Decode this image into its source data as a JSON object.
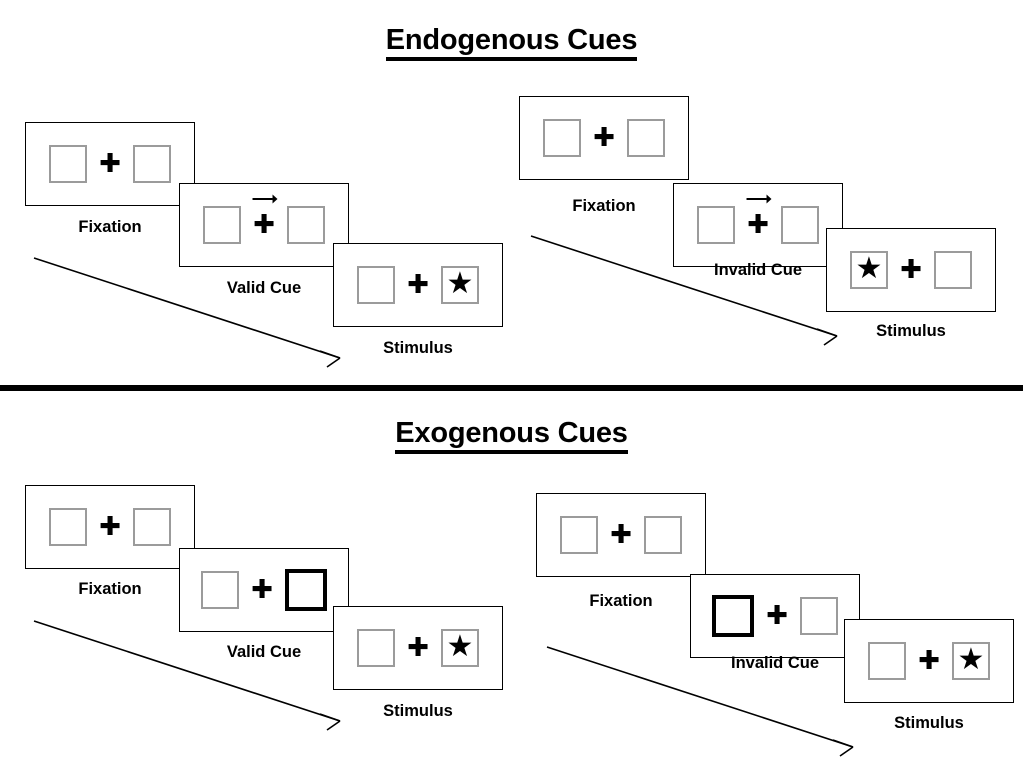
{
  "sections": [
    {
      "id": "endogenous",
      "title": "Endogenous Cues",
      "groups": [
        {
          "id": "endogenous-valid",
          "panels": [
            {
              "caption": "Fixation",
              "left_slot": "empty",
              "right_slot": "empty",
              "cue": "none",
              "cue_arrow": false
            },
            {
              "caption": "Valid Cue",
              "left_slot": "empty",
              "right_slot": "empty",
              "cue": "central-arrow-right",
              "cue_arrow": true
            },
            {
              "caption": "Stimulus",
              "left_slot": "empty",
              "right_slot": "star",
              "cue": "none",
              "cue_arrow": false
            }
          ]
        },
        {
          "id": "endogenous-invalid",
          "panels": [
            {
              "caption": "Fixation",
              "left_slot": "empty",
              "right_slot": "empty",
              "cue": "none",
              "cue_arrow": false
            },
            {
              "caption": "Invalid Cue",
              "left_slot": "empty",
              "right_slot": "empty",
              "cue": "central-arrow-right",
              "cue_arrow": true
            },
            {
              "caption": "Stimulus",
              "left_slot": "star",
              "right_slot": "empty",
              "cue": "none",
              "cue_arrow": false
            }
          ]
        }
      ]
    },
    {
      "id": "exogenous",
      "title": "Exogenous Cues",
      "groups": [
        {
          "id": "exogenous-valid",
          "panels": [
            {
              "caption": "Fixation",
              "left_slot": "empty",
              "right_slot": "empty",
              "cue": "none",
              "cue_arrow": false
            },
            {
              "caption": "Valid Cue",
              "left_slot": "empty",
              "right_slot": "empty",
              "cue": "peripheral-right",
              "cue_arrow": false
            },
            {
              "caption": "Stimulus",
              "left_slot": "empty",
              "right_slot": "star",
              "cue": "none",
              "cue_arrow": false
            }
          ]
        },
        {
          "id": "exogenous-invalid",
          "panels": [
            {
              "caption": "Fixation",
              "left_slot": "empty",
              "right_slot": "empty",
              "cue": "none",
              "cue_arrow": false
            },
            {
              "caption": "Invalid Cue",
              "left_slot": "empty",
              "right_slot": "empty",
              "cue": "peripheral-left",
              "cue_arrow": false
            },
            {
              "caption": "Stimulus",
              "left_slot": "empty",
              "right_slot": "star",
              "cue": "none",
              "cue_arrow": false
            }
          ]
        }
      ]
    }
  ],
  "glyphs": {
    "plus": "✚",
    "star": "★"
  },
  "colors": {
    "ink": "#000000",
    "slot_border": "#9b9b9b",
    "background": "#ffffff",
    "cued_border": "#000000"
  }
}
